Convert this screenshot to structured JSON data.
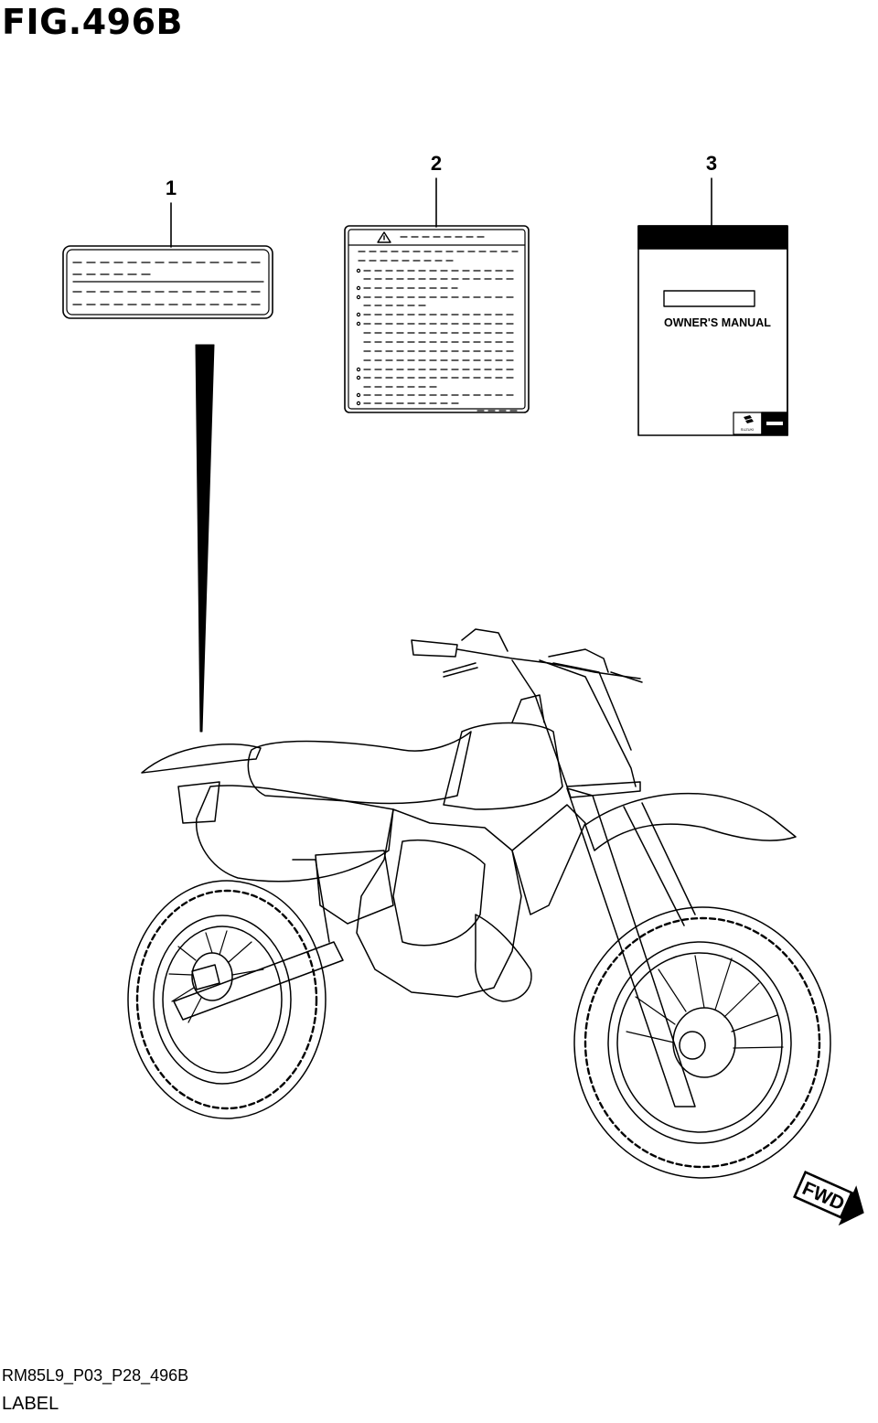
{
  "figure": {
    "title": "FIG.496B",
    "code": "RM85L9_P03_P28_496B",
    "name": "LABEL"
  },
  "parts": [
    {
      "callout": "1",
      "icon": "label-sticker"
    },
    {
      "callout": "2",
      "icon": "warning-label"
    },
    {
      "callout": "3",
      "icon": "owners-manual-booklet",
      "text": "OWNER'S MANUAL",
      "brand_mark": "SUZUKI"
    }
  ],
  "direction_arrow": "FWD",
  "colors": {
    "ink": "#000000",
    "paper": "#ffffff"
  }
}
